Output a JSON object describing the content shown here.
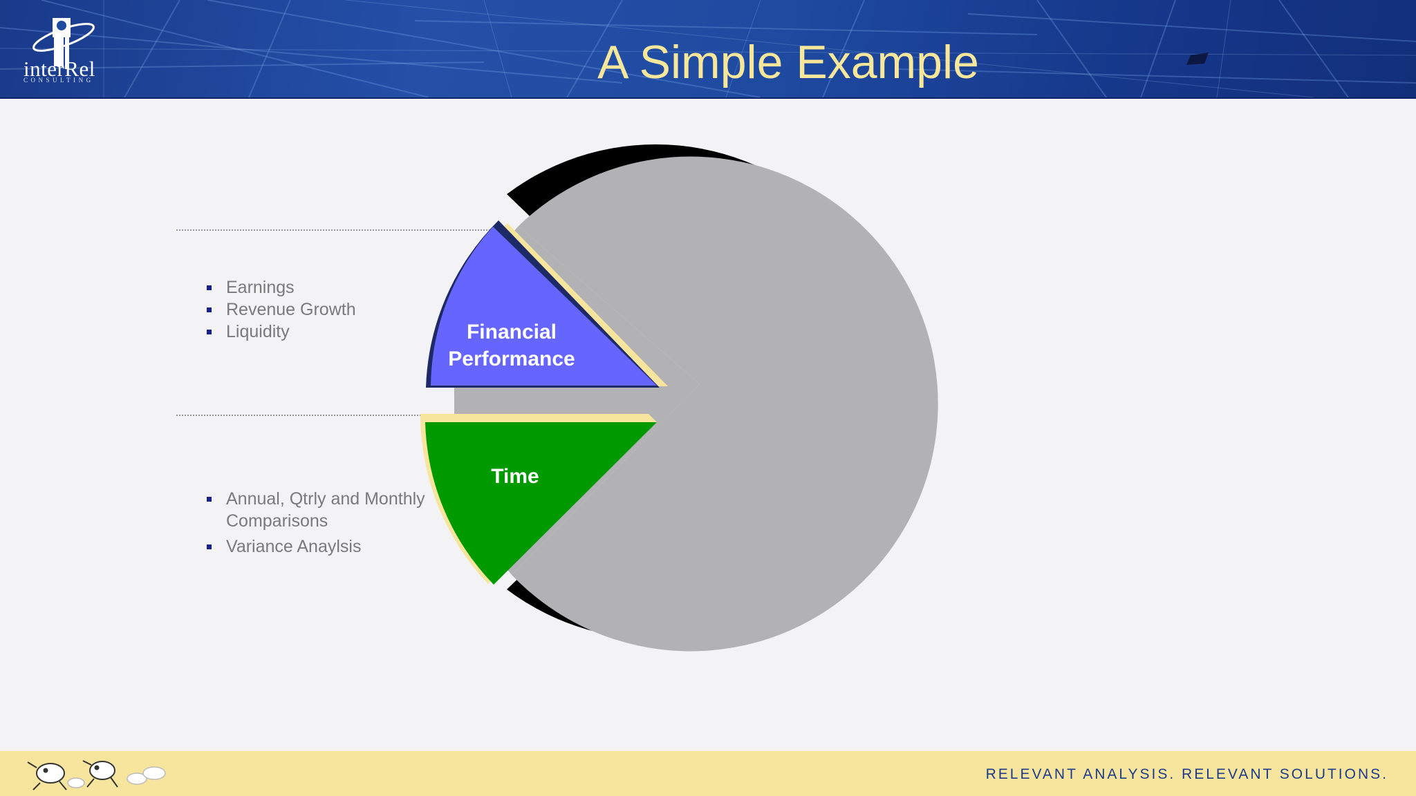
{
  "header": {
    "title": "A Simple Example",
    "logo_text": "interRel",
    "logo_subtext": "CONSULTING"
  },
  "diagram": {
    "slices": [
      {
        "label": "Financial Performance",
        "color": "#6666ff"
      },
      {
        "label": "Time",
        "color": "#009900"
      }
    ],
    "main_color": "#b2b1b4",
    "edge_color": "#f7e59d",
    "financial_items": [
      "Earnings",
      "Revenue Growth",
      "Liquidity"
    ],
    "time_items": [
      "Annual, Qtrly and Monthly Comparisons",
      "Variance Anaylsis"
    ]
  },
  "footer": {
    "tagline": "RELEVANT ANALYSIS. RELEVANT SOLUTIONS."
  }
}
